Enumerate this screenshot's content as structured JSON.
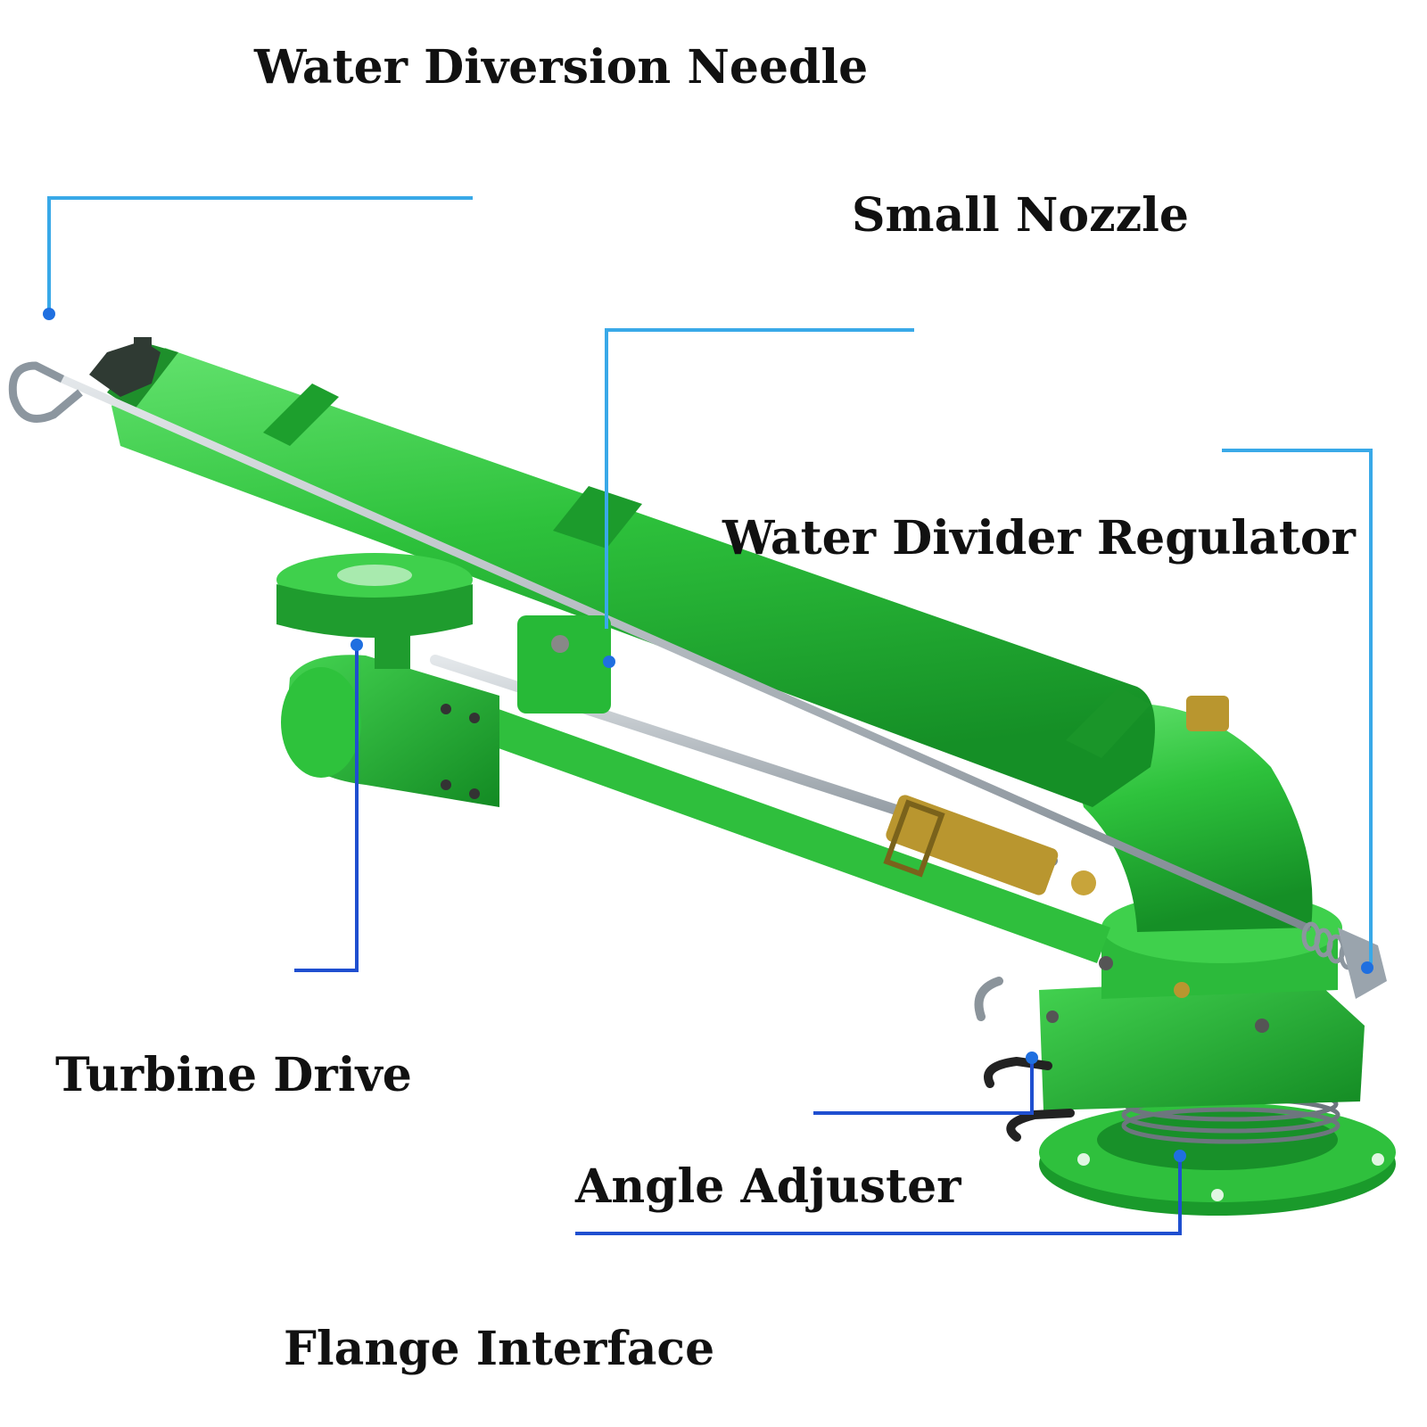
{
  "labels": {
    "water_diversion_needle": "Water Diversion Needle",
    "small_nozzle": "Small Nozzle",
    "water_divider_regulator": "Water Divider Regulator",
    "turbine_drive": "Turbine Drive",
    "angle_adjuster": "Angle Adjuster",
    "flange_interface": "Flange Interface"
  },
  "colors": {
    "body_green": "#27c43a",
    "dark_green": "#15922a",
    "light_green": "#5fe06a",
    "callout_blue": "#1f5fd6",
    "callout_cyan": "#39a9e8",
    "steel": "#9aa4ad",
    "brass": "#b9962f",
    "text": "#111111"
  }
}
